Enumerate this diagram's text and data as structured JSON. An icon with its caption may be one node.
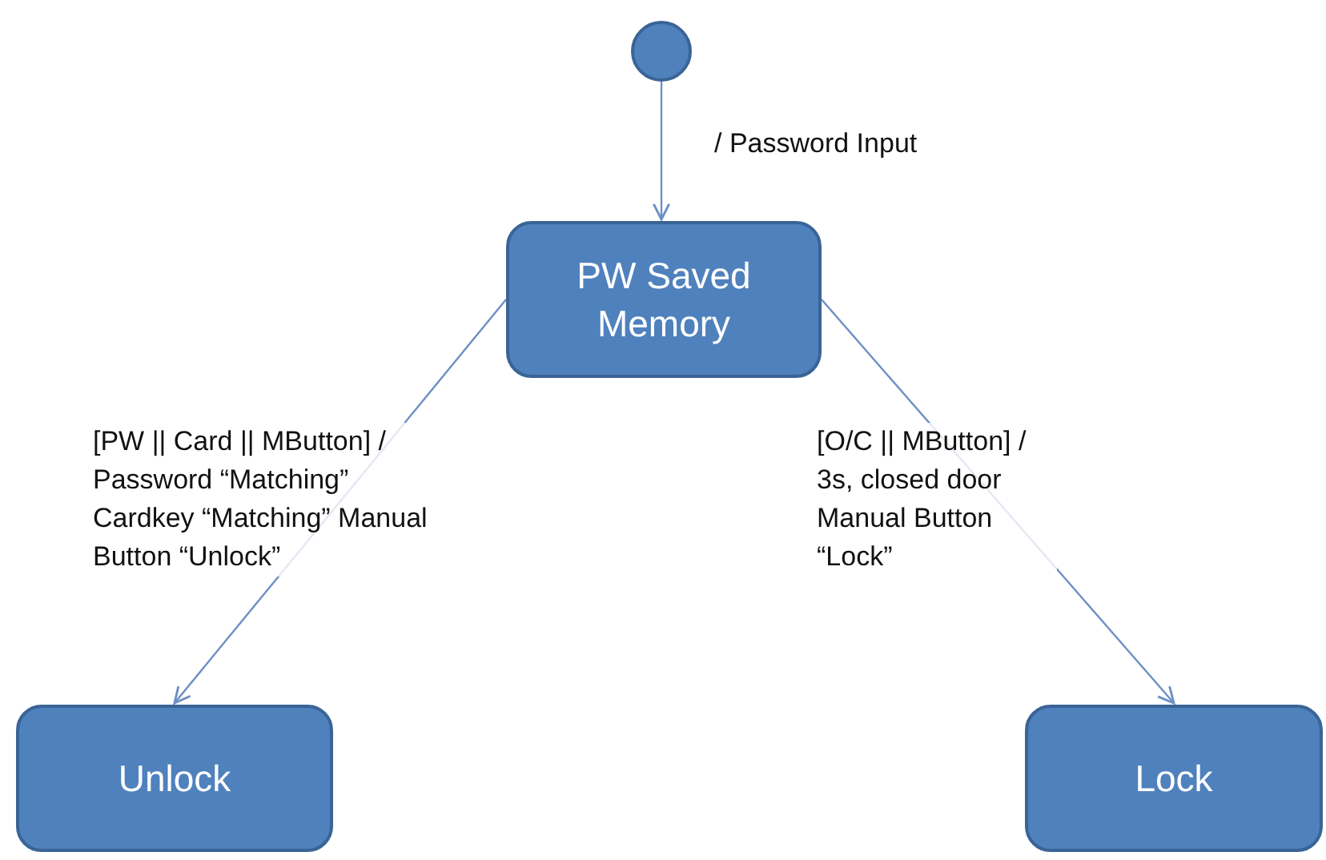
{
  "diagram": {
    "nodes": [
      {
        "text": [],
        "shape": "circle"
      },
      {
        "text": [
          "PW Saved Memory"
        ]
      },
      {
        "text": [
          "Unlock"
        ]
      },
      {
        "text": [
          "Lock"
        ]
      }
    ],
    "edges": [
      {
        "from": 0,
        "to": 1,
        "arrow": "to",
        "label": "/ Password Input"
      },
      {
        "from": 1,
        "to": 2,
        "arrow": "to",
        "label": "[PW || Card || MButton] / Password “Matching” Cardkey “Matching” Manual Button “Unlock”"
      },
      {
        "from": 1,
        "to": 3,
        "arrow": "to",
        "label": "[O/C || MButton] / 3s, closed door Manual Button “Lock”"
      }
    ]
  }
}
